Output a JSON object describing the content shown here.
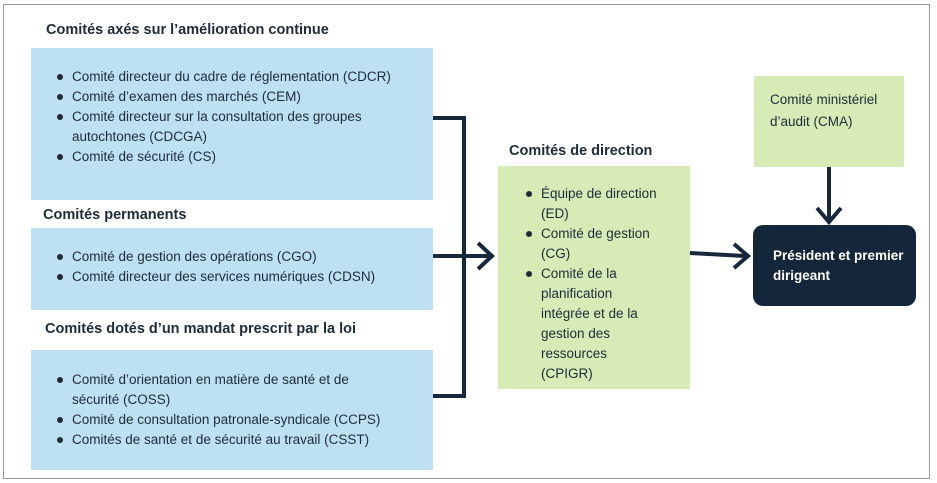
{
  "groups": {
    "continuous": {
      "heading": "Comités axés sur l’amélioration continue",
      "items": [
        "Comité directeur du cadre de réglementation (CDCR)",
        "Comité d’examen des marchés (CEM)",
        "Comité directeur sur la consultation des groupes autochtones  (CDCGA)",
        "Comité de sécurité (CS)"
      ]
    },
    "permanent": {
      "heading": "Comités permanents",
      "items": [
        "Comité de gestion des opérations (CGO)",
        "Comité directeur des services numériques (CDSN)"
      ]
    },
    "mandate": {
      "heading": "Comités dotés d’un mandat prescrit par la loi",
      "items": [
        "Comité d’orientation en matière de santé et de sécurité (COSS)",
        "Comité de consultation  patronale-syndicale (CCPS)",
        "Comités de santé et de sécurité au travail (CSST)"
      ]
    }
  },
  "direction": {
    "heading": "Comités de direction",
    "items": [
      "Équipe de direction (ED)",
      "Comité de gestion (CG)",
      "Comité de la planification intégrée et de la gestion des ressources (CPIGR)"
    ]
  },
  "audit": {
    "text": "Comité ministériel d’audit (CMA)"
  },
  "president": {
    "text": "Président et premier dirigeant"
  },
  "colors": {
    "blue_box": "#bde0f3",
    "green_box": "#d6ebb6",
    "dark_box": "#14263a",
    "connector": "#17283d"
  }
}
